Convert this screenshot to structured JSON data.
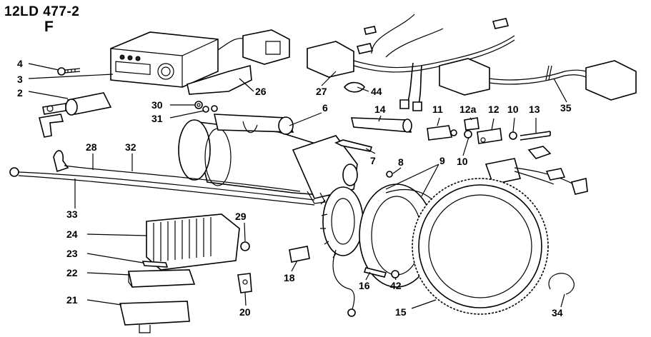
{
  "header": {
    "code": "12LD 477-2",
    "letter": "F"
  },
  "parts": [
    {
      "id": "4",
      "label": "4"
    },
    {
      "id": "3",
      "label": "3"
    },
    {
      "id": "2",
      "label": "2"
    },
    {
      "id": "30",
      "label": "30"
    },
    {
      "id": "31",
      "label": "31"
    },
    {
      "id": "6",
      "label": "6"
    },
    {
      "id": "26",
      "label": "26"
    },
    {
      "id": "27",
      "label": "27"
    },
    {
      "id": "44",
      "label": "44"
    },
    {
      "id": "14",
      "label": "14"
    },
    {
      "id": "11",
      "label": "11"
    },
    {
      "id": "12a",
      "label": "12a"
    },
    {
      "id": "12",
      "label": "12"
    },
    {
      "id": "10a",
      "label": "10"
    },
    {
      "id": "13",
      "label": "13"
    },
    {
      "id": "35",
      "label": "35"
    },
    {
      "id": "28",
      "label": "28"
    },
    {
      "id": "32",
      "label": "32"
    },
    {
      "id": "7",
      "label": "7"
    },
    {
      "id": "8",
      "label": "8"
    },
    {
      "id": "9",
      "label": "9"
    },
    {
      "id": "10b",
      "label": "10"
    },
    {
      "id": "33",
      "label": "33"
    },
    {
      "id": "29",
      "label": "29"
    },
    {
      "id": "24",
      "label": "24"
    },
    {
      "id": "23",
      "label": "23"
    },
    {
      "id": "22",
      "label": "22"
    },
    {
      "id": "21",
      "label": "21"
    },
    {
      "id": "18",
      "label": "18"
    },
    {
      "id": "20",
      "label": "20"
    },
    {
      "id": "16",
      "label": "16"
    },
    {
      "id": "42",
      "label": "42"
    },
    {
      "id": "15",
      "label": "15"
    },
    {
      "id": "34",
      "label": "34"
    }
  ]
}
